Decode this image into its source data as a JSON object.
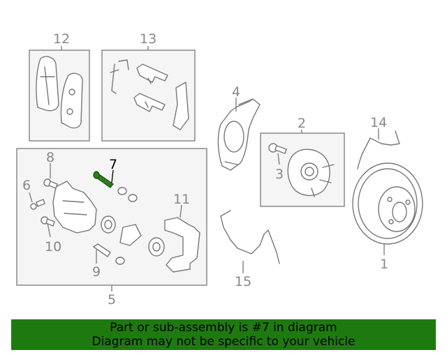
{
  "callouts": {
    "c1": "1",
    "c2": "2",
    "c3": "3",
    "c4": "4",
    "c5": "5",
    "c6": "6",
    "c7": "7",
    "c8": "8",
    "c9": "9",
    "c10": "10",
    "c11": "11",
    "c12": "12",
    "c13": "13",
    "c14": "14",
    "c15": "15"
  },
  "highlighted_part": "7",
  "colors": {
    "banner": "#1e7a0f",
    "highlight": "#2e7d1e",
    "line": "#777777"
  },
  "banner": {
    "line1": "Part or sub-assembly is #7 in diagram",
    "line2": "Diagram may not be specific to your vehicle"
  }
}
